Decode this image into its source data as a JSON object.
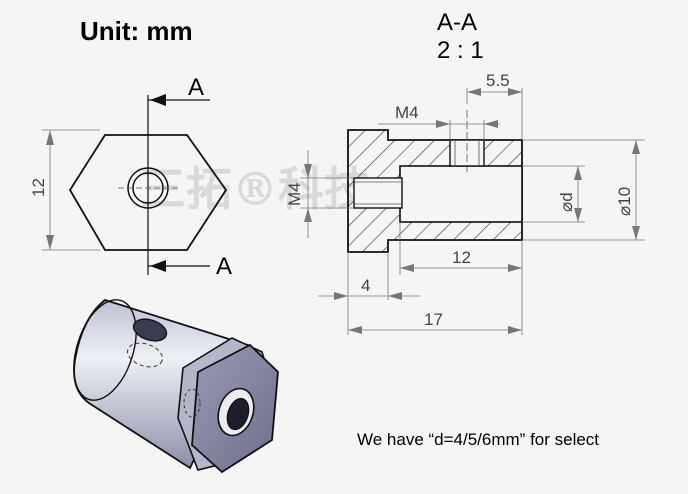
{
  "unit_title": "Unit: mm",
  "section": {
    "label": "A-A",
    "scale": "2 : 1"
  },
  "front_view": {
    "section_mark_top": "A",
    "section_mark_bottom": "A",
    "height_dim": "12"
  },
  "section_view": {
    "dim_thread_top": "M4",
    "dim_5_5": "5.5",
    "dim_thread_left": "M4",
    "dim_bore": "⌀d",
    "dim_outer": "⌀10",
    "dim_12": "12",
    "dim_4": "4",
    "dim_17": "17"
  },
  "watermark": "三拓®科技",
  "note": "We have “d=4/5/6mm” for select"
}
